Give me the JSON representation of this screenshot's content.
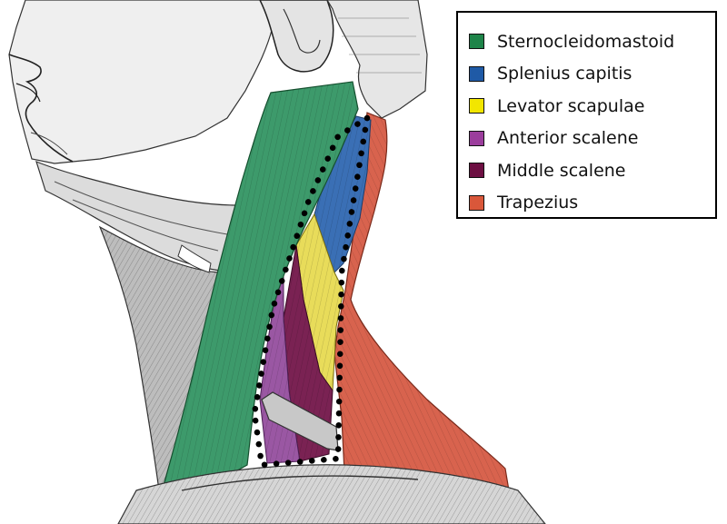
{
  "colors": {
    "sternocleidomastoid": "#3d9a6b",
    "splenius_capitis": "#3a6fb5",
    "levator_scapulae": "#e8dc5a",
    "anterior_scalene": "#9a57a3",
    "middle_scalene": "#7a2253",
    "trapezius": "#d8634e"
  },
  "legend": {
    "items": [
      {
        "label": "Sternocleidomastoid",
        "color": "#1e8449"
      },
      {
        "label": "Splenius capitis",
        "color": "#1f5aa6"
      },
      {
        "label": "Levator scapulae",
        "color": "#f2e600"
      },
      {
        "label": "Anterior scalene",
        "color": "#9b3d9c"
      },
      {
        "label": "Middle scalene",
        "color": "#6d0f42"
      },
      {
        "label": "Trapezius",
        "color": "#d9573a"
      }
    ]
  }
}
